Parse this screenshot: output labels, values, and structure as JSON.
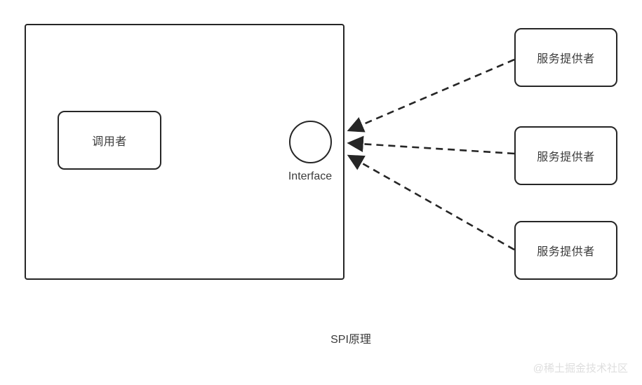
{
  "diagram": {
    "caption": "SPI原理",
    "watermark": "@稀土掘金技术社区",
    "colors": {
      "stroke": "#262626",
      "text": "#3b3b3b",
      "background": "#ffffff",
      "watermark": "#dedede"
    },
    "outer_container": {
      "label": ""
    },
    "caller": {
      "label": "调用者"
    },
    "interface": {
      "label": "Interface"
    },
    "providers": [
      {
        "label": "服务提供者"
      },
      {
        "label": "服务提供者"
      },
      {
        "label": "服务提供者"
      }
    ],
    "connections": [
      {
        "from": "服务提供者",
        "to": "Interface",
        "style": "dashed",
        "arrow": "to-interface"
      },
      {
        "from": "服务提供者",
        "to": "Interface",
        "style": "dashed",
        "arrow": "to-interface"
      },
      {
        "from": "服务提供者",
        "to": "Interface",
        "style": "dashed",
        "arrow": "to-interface"
      }
    ]
  }
}
